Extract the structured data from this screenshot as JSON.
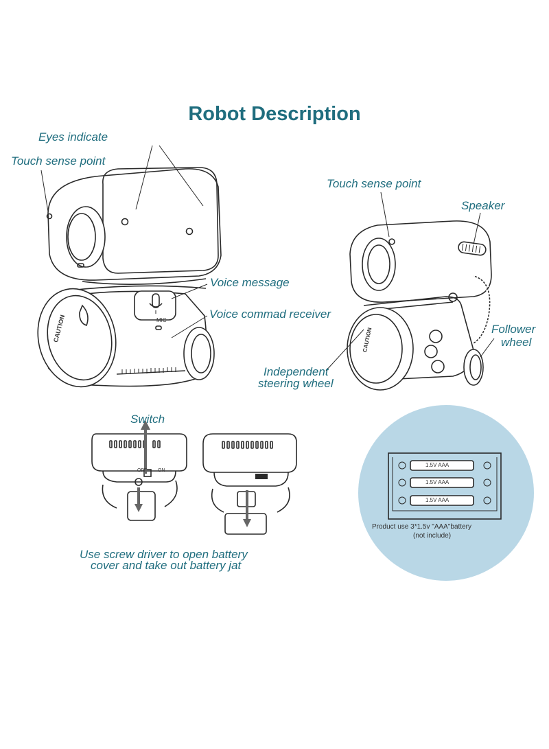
{
  "title": "Robot Description",
  "labels": {
    "eyes_indicate": "Eyes indicate",
    "touch_left": "Touch sense point",
    "touch_right": "Touch sense point",
    "speaker": "Speaker",
    "voice_message": "Voice message",
    "voice_receiver": "Voice commad receiver",
    "follower_1": "Follower",
    "follower_2": "wheel",
    "indep_1": "Independent",
    "indep_2": "steering wheel",
    "switch": "Switch",
    "screw_1": "Use screw driver to open battery",
    "screw_2": "cover and take out battery jat"
  },
  "robot_text": {
    "caution_left": "CAUTION",
    "caution_right": "CAUTION",
    "mic": "MIC"
  },
  "switch_text": {
    "off": "OFF",
    "on": "ON"
  },
  "battery": {
    "cells": [
      "1.5V  AAA",
      "1.5V  AAA",
      "1.5V  AAA"
    ],
    "note_1": "Product use 3*1.5v \"AAA\"battery",
    "note_2": "(not include)"
  },
  "colors": {
    "accent": "#1f6d7e",
    "circle_fill": "#b9d7e6"
  }
}
